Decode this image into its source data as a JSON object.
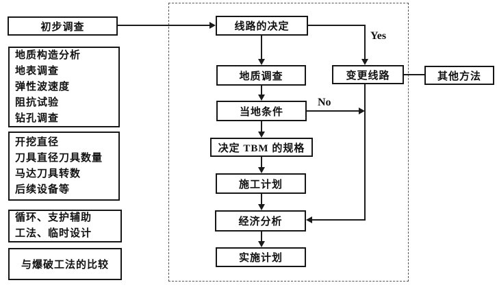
{
  "diagram": {
    "left_boxes": {
      "preliminary_survey": "初步调查",
      "survey_items": [
        "地质构造分析",
        "地表调查",
        "弹性波速度",
        "阻抗试验",
        "钻孔调查"
      ],
      "tbm_parameters": [
        "开挖直径",
        "刀具直径刀具数量",
        "马达刀具转数",
        "后续设备等"
      ],
      "cycle_design": [
        "循环、支护辅助",
        "工法、临时设计"
      ],
      "blast_comparison": "与爆破工法的比较"
    },
    "flow_nodes": {
      "route_decision": "线路的决定",
      "geological_survey": "地质调查",
      "local_conditions": "当地条件",
      "tbm_specification": "决定 TBM 的规格",
      "construction_plan": "施工计划",
      "economic_analysis": "经济分析",
      "implementation_plan": "实施计划",
      "change_route": "变更线路",
      "other_methods": "其他方法"
    },
    "branch_labels": {
      "yes": "Yes",
      "no": "No"
    },
    "colors": {
      "line": "#1b1b1b",
      "box_border": "#161616",
      "background": "#ffffff"
    }
  }
}
